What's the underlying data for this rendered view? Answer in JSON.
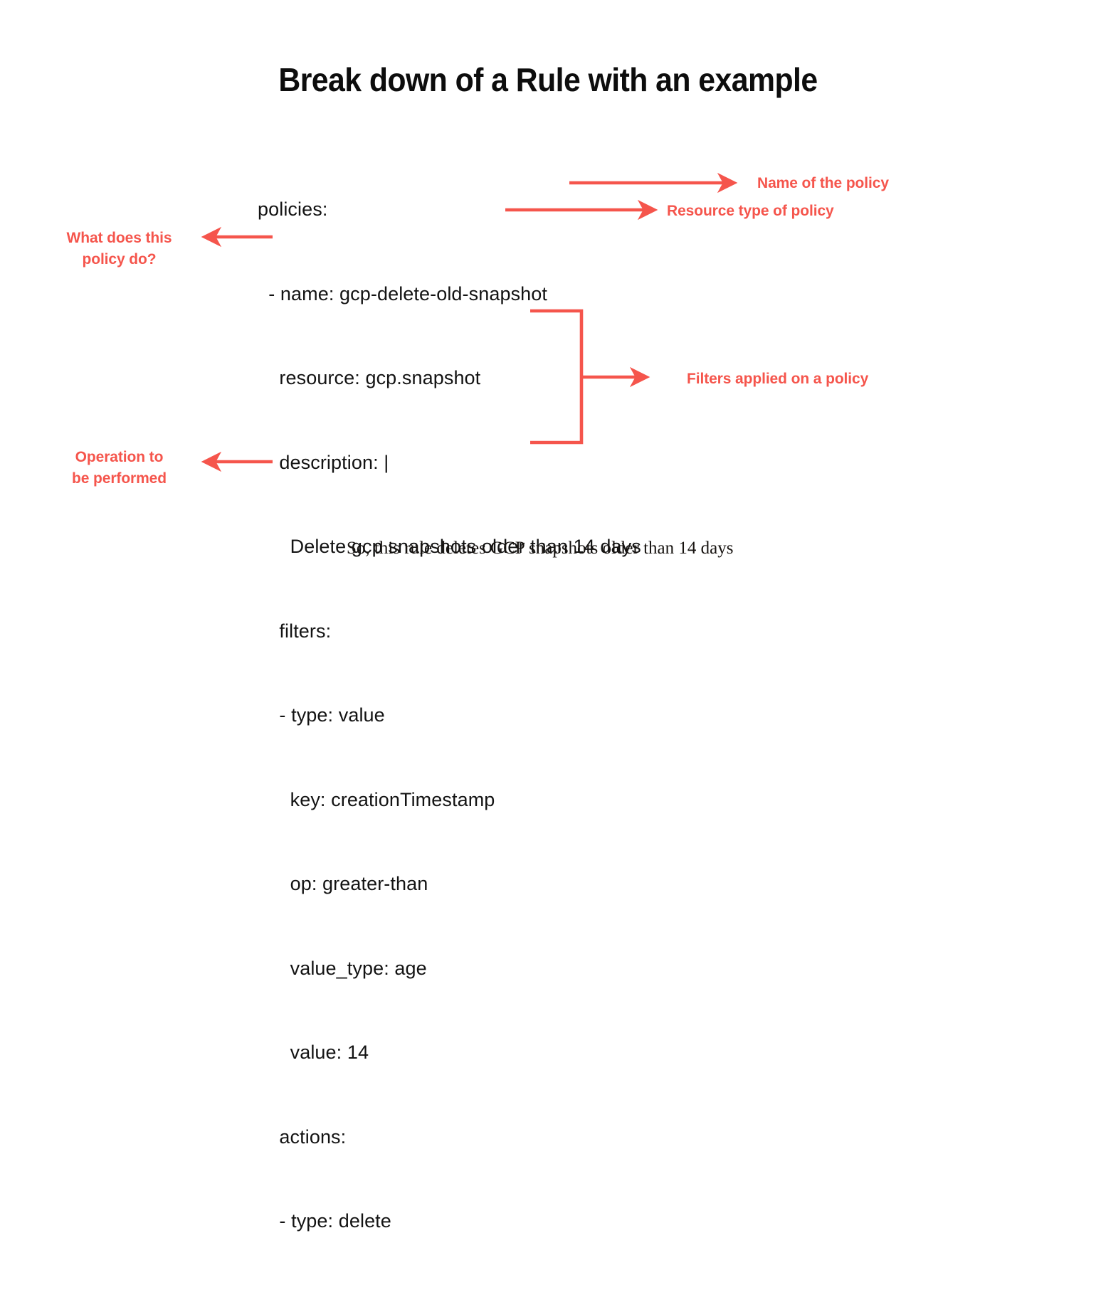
{
  "page": {
    "background": "#ffffff",
    "accent_color": "#f5554c",
    "text_color": "#131313"
  },
  "title": "Break down of a Rule with an example",
  "code_block": {
    "language": "yaml",
    "lines": [
      "policies:",
      "  - name: gcp-delete-old-snapshot",
      "    resource: gcp.snapshot",
      "    description: |",
      "      Delete gcp snapshots older than 14 days",
      "    filters:",
      "    - type: value",
      "      key: creationTimestamp",
      "      op: greater-than",
      "      value_type: age",
      "      value: 14",
      "    actions:",
      "    - type: delete"
    ]
  },
  "annotations": [
    {
      "id": "name-of-policy",
      "text": "Name of the policy",
      "connector": "arrow-right",
      "target_line": "- name: gcp-delete-old-snapshot"
    },
    {
      "id": "resource-type",
      "text": "Resource type of policy",
      "connector": "arrow-right",
      "target_line": "resource: gcp.snapshot"
    },
    {
      "id": "what-does-policy-do",
      "text": "What does this\npolicy do?",
      "connector": "arrow-left",
      "target_line": "description: |"
    },
    {
      "id": "filters-applied",
      "text": "Filters applied on a policy",
      "connector": "bracket-arrow-right",
      "target_line": "filters"
    },
    {
      "id": "operation-performed",
      "text": "Operation to\nbe performed",
      "connector": "arrow-left",
      "target_line": "actions:"
    }
  ],
  "caption": "So, this rule deletes GCP snapshots older than 14 days"
}
